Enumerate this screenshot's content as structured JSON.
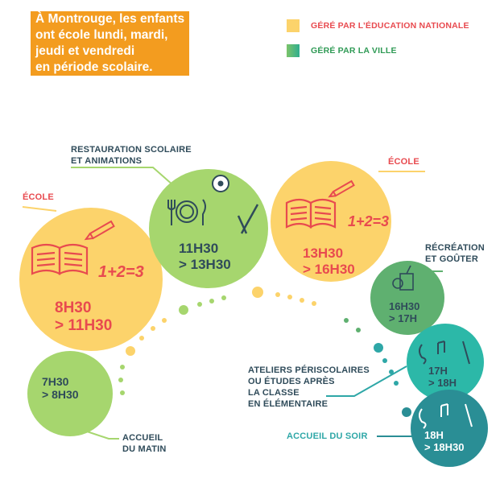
{
  "intro": {
    "lines": [
      "À Montrouge, les enfants",
      "ont école lundi, mardi,",
      "jeudi et vendredi",
      "en période scolaire."
    ]
  },
  "legend": {
    "national": "GÉRÉ PAR L’ÉDUCATION NATIONALE",
    "ville": "GÉRÉ PAR LA VILLE",
    "colors": {
      "national": "#fcd36b",
      "ville": "#7cc46a",
      "red": "#e84a4f"
    }
  },
  "activities": {
    "matin": {
      "label": [
        "ACCUEIL",
        "DU MATIN"
      ],
      "time": [
        "7H30",
        "> 8H30"
      ]
    },
    "ecole_matin": {
      "label": "ÉCOLE",
      "time": [
        "8H30",
        "> 11H30"
      ],
      "formula": "1+2=3"
    },
    "restauration": {
      "label": [
        "RESTAURATION SCOLAIRE",
        "ET ANIMATIONS"
      ],
      "time": [
        "11H30",
        "> 13H30"
      ]
    },
    "ecole_apm": {
      "label": "ÉCOLE",
      "time": [
        "13H30",
        "> 16H30"
      ],
      "formula": "1+2=3"
    },
    "recreation": {
      "label": [
        "RÉCRÉATION",
        "ET GOÛTER"
      ],
      "time": [
        "16H30",
        "> 17H"
      ]
    },
    "ateliers": {
      "label": [
        "ATELIERS PÉRISCOLAIRES",
        "OU ÉTUDES APRÈS",
        "LA CLASSE",
        "EN ÉLÉMENTAIRE"
      ],
      "time": [
        "17H",
        "> 18H"
      ]
    },
    "soir": {
      "label": "ACCUEIL DU SOIR",
      "time": [
        "18H",
        "> 18H30"
      ]
    }
  }
}
